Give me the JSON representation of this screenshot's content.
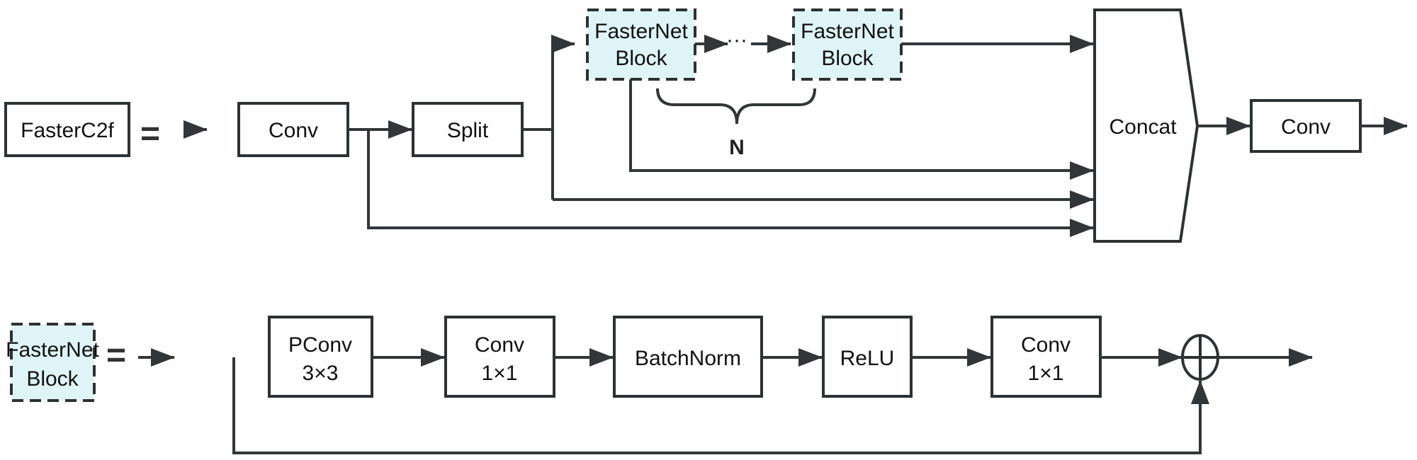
{
  "diagram": {
    "top": {
      "title_box": "FasterC2f",
      "equals": "=",
      "conv_in": "Conv",
      "split": "Split",
      "faster_block_1": [
        "FasterNet",
        "Block"
      ],
      "ellipsis": "···",
      "faster_block_2": [
        "FasterNet",
        "Block"
      ],
      "repeat_label": "N",
      "concat": "Concat",
      "conv_out": "Conv"
    },
    "bottom": {
      "title_box": [
        "FasterNet",
        "Block"
      ],
      "equals": "=",
      "pconv": [
        "PConv",
        "3×3"
      ],
      "conv_a": [
        "Conv",
        "1×1"
      ],
      "batchnorm": "BatchNorm",
      "relu": "ReLU",
      "conv_b": [
        "Conv",
        "1×1"
      ],
      "add_symbol": "⊕"
    }
  },
  "colors": {
    "stroke": "#2d3133",
    "block_fill": "#dff4f6"
  }
}
